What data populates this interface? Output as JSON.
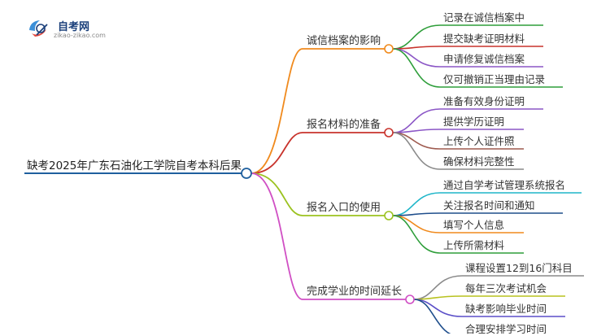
{
  "logo": {
    "title": "自考网",
    "url": "zikao-zikao.com"
  },
  "root": {
    "label": "缺考2025年广东石油化工学院自考本科后果"
  },
  "branches": [
    {
      "label": "诚信档案的影响",
      "color": "#f08a1d",
      "children": [
        {
          "label": "记录在诚信档案中",
          "color": "#2e9e3a"
        },
        {
          "label": "提交缺考证明材料",
          "color": "#c8322b"
        },
        {
          "label": "申请修复诚信档案",
          "color": "#8b56c6"
        },
        {
          "label": "仅可撤销正当理由记录",
          "color": "#2e9e3a"
        }
      ]
    },
    {
      "label": "报名材料的准备",
      "color": "#c8322b",
      "children": [
        {
          "label": "准备有效身份证明",
          "color": "#8b56c6"
        },
        {
          "label": "提供学历证明",
          "color": "#8b56c6"
        },
        {
          "label": "上传个人证件照",
          "color": "#9e5a4f"
        },
        {
          "label": "确保材料完整性",
          "color": "#8a8a8a"
        }
      ]
    },
    {
      "label": "报名入口的使用",
      "color": "#9bc21f",
      "children": [
        {
          "label": "通过自学考试管理系统报名",
          "color": "#1fb6c9"
        },
        {
          "label": "关注报名时间和通知",
          "color": "#1f4e8c"
        },
        {
          "label": "填写个人信息",
          "color": "#f08a1d"
        },
        {
          "label": "上传所需材料",
          "color": "#2e9e3a"
        }
      ]
    },
    {
      "label": "完成学业的时间延长",
      "color": "#d04fc4",
      "children": [
        {
          "label": "课程设置12到16门科目",
          "color": "#8a8a8a"
        },
        {
          "label": "每年三次考试机会",
          "color": "#b8c21f"
        },
        {
          "label": "缺考影响毕业时间",
          "color": "#5b4fc8"
        },
        {
          "label": "合理安排学习时间",
          "color": "#1f4e8c"
        }
      ]
    }
  ],
  "colors": {
    "root_line": "#1f5f9e",
    "root_circle": "#1f5f9e"
  }
}
